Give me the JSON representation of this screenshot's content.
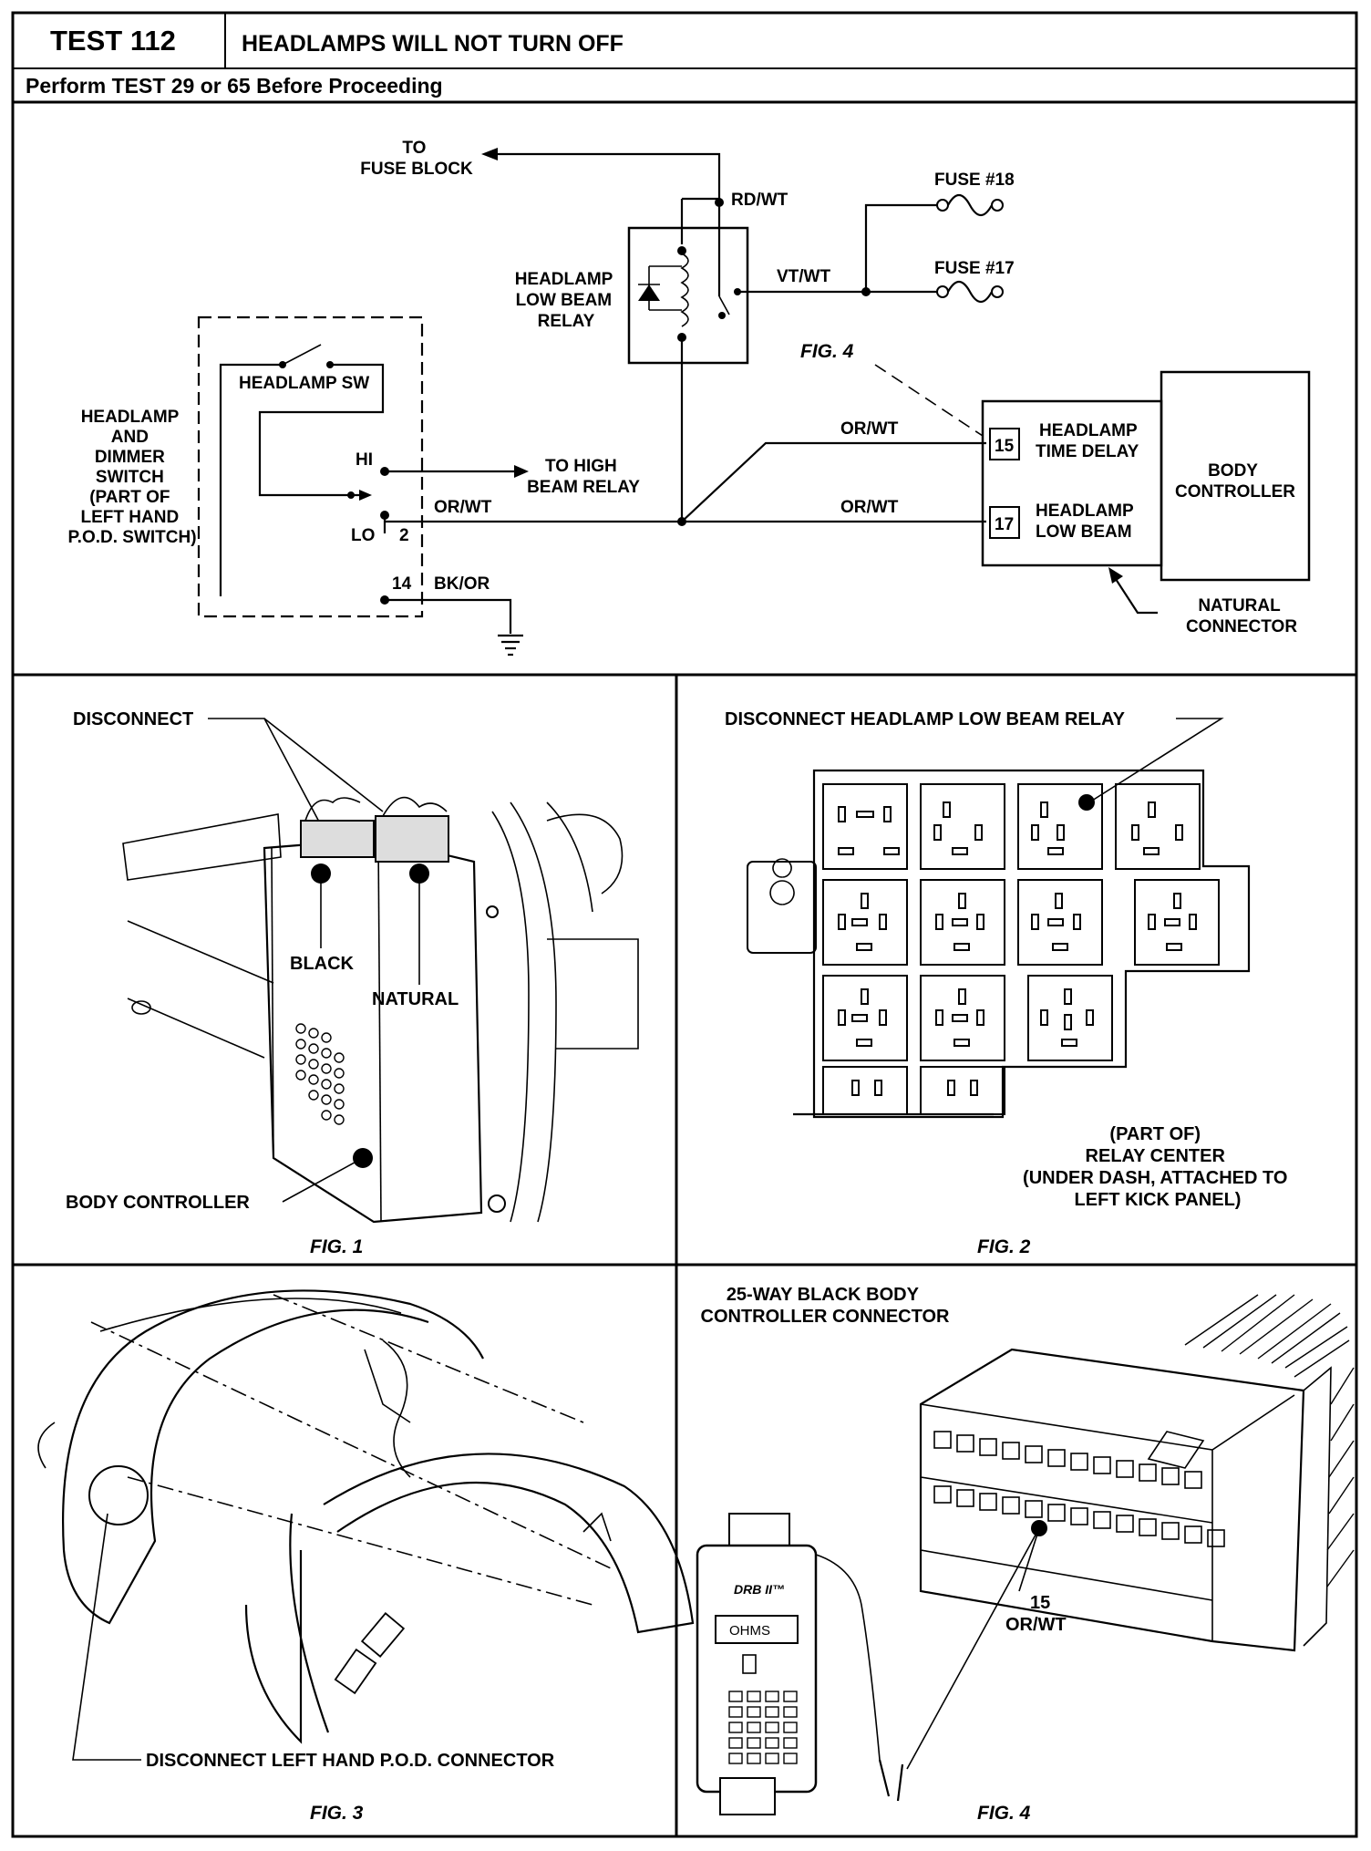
{
  "header": {
    "test_number": "TEST 112",
    "test_title": "HEADLAMPS WILL NOT TURN OFF",
    "prerequisite": "Perform TEST 29 or 65 Before Proceeding"
  },
  "schematic": {
    "to_fuse_block": [
      "TO",
      "FUSE BLOCK"
    ],
    "relay_label": [
      "HEADLAMP",
      "LOW BEAM",
      "RELAY"
    ],
    "switch_label": [
      "HEADLAMP",
      "AND",
      "DIMMER",
      "SWITCH",
      "(PART OF",
      "LEFT HAND",
      "P.O.D. SWITCH)"
    ],
    "headlamp_sw": "HEADLAMP SW",
    "hi": "HI",
    "lo": "LO",
    "pin_2": "2",
    "pin_14": "14",
    "to_high_beam": [
      "TO HIGH",
      "BEAM RELAY"
    ],
    "wire_rd_wt": "RD/WT",
    "wire_vt_wt": "VT/WT",
    "wire_or_wt_switch": "OR/WT",
    "wire_or_wt_15": "OR/WT",
    "wire_or_wt_17": "OR/WT",
    "wire_bk_or": "BK/OR",
    "fuse_18": "FUSE #18",
    "fuse_17": "FUSE #17",
    "fig_ref": "FIG. 4",
    "pin_15": "15",
    "pin_17": "17",
    "time_delay": [
      "HEADLAMP",
      "TIME DELAY"
    ],
    "low_beam": [
      "HEADLAMP",
      "LOW BEAM"
    ],
    "body_controller": [
      "BODY",
      "CONTROLLER"
    ],
    "natural_connector": [
      "NATURAL",
      "CONNECTOR"
    ]
  },
  "fig1": {
    "disconnect": "DISCONNECT",
    "black": "BLACK",
    "natural": "NATURAL",
    "body_controller": "BODY CONTROLLER",
    "caption": "FIG. 1"
  },
  "fig2": {
    "disconnect": "DISCONNECT HEADLAMP LOW BEAM RELAY",
    "part_of": [
      "(PART OF)",
      "RELAY CENTER",
      "(UNDER DASH, ATTACHED TO",
      "LEFT KICK PANEL)"
    ],
    "caption": "FIG. 2"
  },
  "fig3": {
    "disconnect": "DISCONNECT LEFT HAND P.O.D. CONNECTOR",
    "caption": "FIG. 3"
  },
  "fig4": {
    "connector_title": [
      "25-WAY BLACK BODY",
      "CONTROLLER CONNECTOR"
    ],
    "pin_15": "15",
    "pin_wire": "OR/WT",
    "meter_brand": "DRB II™",
    "meter_mode": "OHMS",
    "caption": "FIG. 4"
  }
}
